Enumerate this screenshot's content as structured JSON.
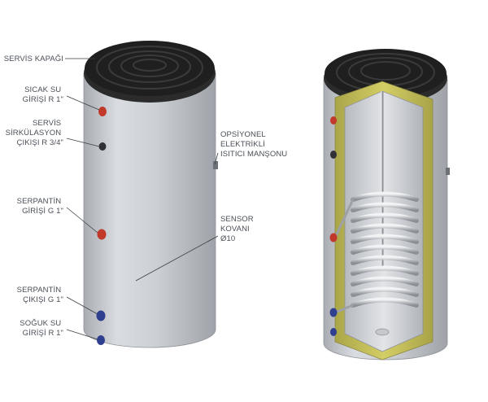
{
  "labels": {
    "servis_kapagi": [
      "SERVİS KAPAĞI"
    ],
    "sicak_su": [
      "SICAK SU",
      "GİRİŞİ R 1\""
    ],
    "servis_sirkulasyon": [
      "SERVİS",
      "SİRKÜLASYON",
      "ÇIKIŞI R 3/4\""
    ],
    "serpantin_giris": [
      "SERPANTİN",
      "GİRİŞİ G 1\""
    ],
    "serpantin_cikis": [
      "SERPANTİN",
      "ÇIKIŞI G 1\""
    ],
    "soguk_su": [
      "SOĞUK SU",
      "GİRİŞİ R 1\""
    ],
    "opsiyonel": [
      "OPSİYONEL",
      "ELEKTRİKLİ",
      "ISITICI MANŞONU"
    ],
    "sensor": [
      "SENSOR",
      "KOVANI",
      "Ø10"
    ]
  },
  "colors": {
    "tank_body": "#c9ccd1",
    "lid": "#1f1f1f",
    "insulation": "#c8c25a",
    "hot_port": "#c0392b",
    "cold_port": "#2f3f8f",
    "label_text": "#4a4f57"
  }
}
